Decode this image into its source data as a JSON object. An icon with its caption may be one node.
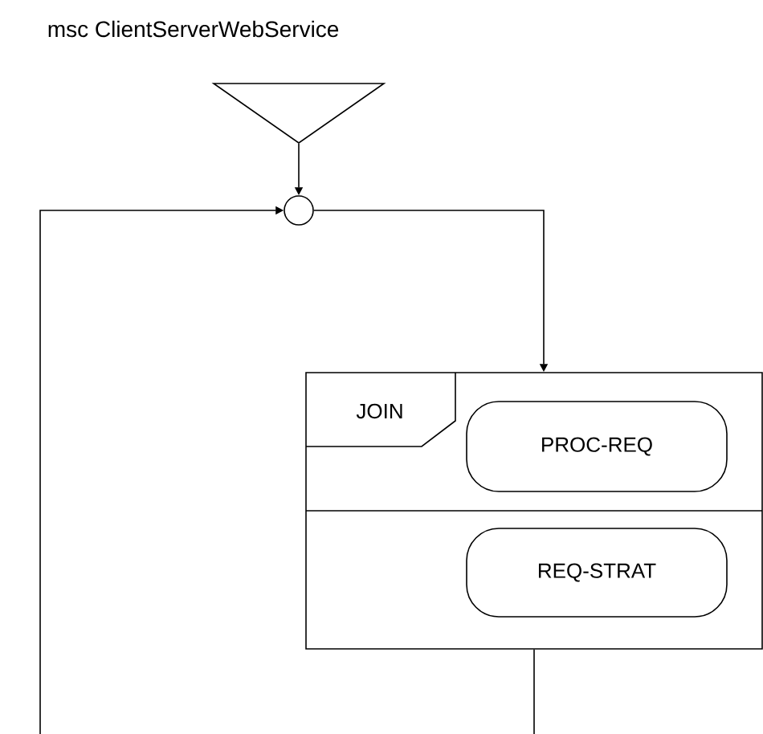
{
  "diagram": {
    "title": "msc ClientServerWebService",
    "nodes": [
      {
        "text": [],
        "shape": "triangle"
      },
      {
        "text": [],
        "shape": "circle"
      },
      {
        "text": [
          "JOIN"
        ]
      },
      {
        "text": [
          "PROC-REQ"
        ],
        "in": 2
      },
      {
        "text": [
          "REQ-STRAT"
        ],
        "in": 2
      }
    ],
    "edges": [
      {
        "from": 0,
        "to": 1,
        "arrow": "to"
      },
      {
        "from": 1,
        "to": 2,
        "arrow": "to"
      },
      {
        "from": 2,
        "to": 1,
        "arrow": "to"
      }
    ]
  }
}
